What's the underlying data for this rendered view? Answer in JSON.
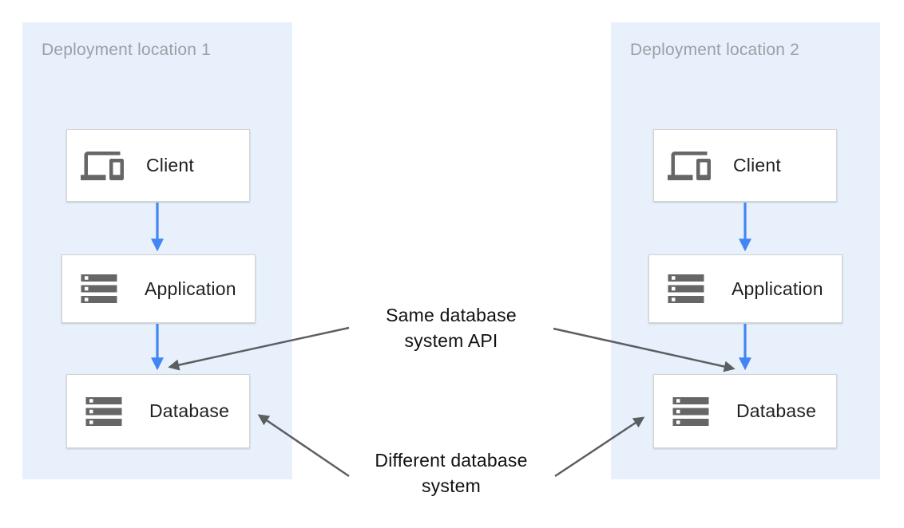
{
  "panels": [
    {
      "title": "Deployment location 1",
      "nodes": [
        {
          "label": "Client",
          "icon": "devices-icon"
        },
        {
          "label": "Application",
          "icon": "storage-icon"
        },
        {
          "label": "Database",
          "icon": "storage-icon"
        }
      ]
    },
    {
      "title": "Deployment location 2",
      "nodes": [
        {
          "label": "Client",
          "icon": "devices-icon"
        },
        {
          "label": "Application",
          "icon": "storage-icon"
        },
        {
          "label": "Database",
          "icon": "storage-icon"
        }
      ]
    }
  ],
  "annotations": {
    "same_api": {
      "lines": [
        "Same database",
        "system API"
      ]
    },
    "different_db": {
      "lines": [
        "Different database",
        "system"
      ]
    }
  },
  "colors": {
    "panel_bg": "#e8f1fb",
    "panel_title": "#9aa0a6",
    "node_border": "#d2d2d2",
    "node_label": "#212121",
    "icon_gray": "#666666",
    "arrow_blue": "#4285f4",
    "arrow_gray": "#5c5f62",
    "annotation_text": "#111111"
  }
}
